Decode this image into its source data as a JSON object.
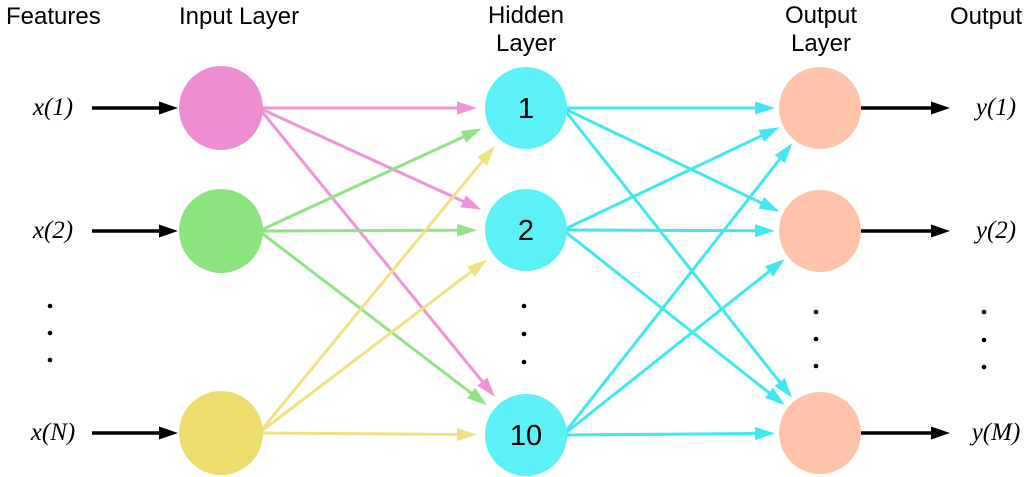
{
  "headers": {
    "features": "Features",
    "input_layer": "Input Layer",
    "hidden_layer": [
      "Hidden",
      "Layer"
    ],
    "output_layer": [
      "Output",
      "Layer"
    ],
    "output": "Output"
  },
  "network": {
    "feature_labels": [
      "x(1)",
      "x(2)",
      "x(N)"
    ],
    "output_labels": [
      "y(1)",
      "y(2)",
      "y(M)"
    ],
    "input_nodes": [
      {
        "id": "1",
        "color": "#ef8dd2",
        "edge_color": "#f193d6"
      },
      {
        "id": "2",
        "color": "#8be47e",
        "edge_color": "#8fe583"
      },
      {
        "id": "N",
        "color": "#ecdd6c",
        "edge_color": "#f0e282"
      }
    ],
    "hidden_nodes": [
      {
        "label": "1"
      },
      {
        "label": "2"
      },
      {
        "label": "10"
      }
    ],
    "hidden_node_color": "#5bf1f6",
    "hidden_edge_color": "#3fe8f2",
    "output_nodes": [
      {
        "id": "1"
      },
      {
        "id": "2"
      },
      {
        "id": "M"
      }
    ],
    "output_node_color": "#ffc3aa",
    "arrow_color": "#000000",
    "connections": {
      "input_to_hidden": "fully-connected",
      "hidden_to_output": "fully-connected"
    },
    "continuation_dots": {
      "columns": 4,
      "dots_per_column": 3
    }
  }
}
